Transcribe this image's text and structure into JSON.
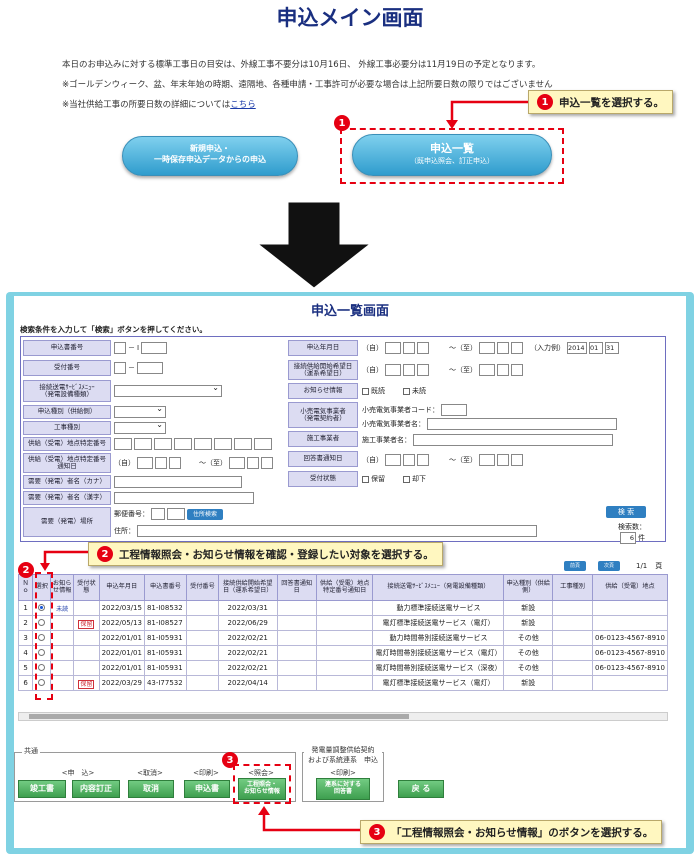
{
  "page_title": "申込メイン画面",
  "info": {
    "line1": "本日のお申込みに対する標準工事日の目安は、外線工事不要分は10月16日、 外線工事必要分は11月19日の予定となります。",
    "line2": "※ゴールデンウィーク、盆、年末年始の時期、遠隔地、各種申請・工事許可が必要な場合は上記所要日数の限りではございません",
    "line3": "※当社供給工事の所要日数の詳細については",
    "line3_link": "こちら"
  },
  "main_buttons": {
    "new_line1": "新規申込・",
    "new_line2": "一時保存申込データからの申込",
    "list_line1": "申込一覧",
    "list_line2": "（既申込照会、訂正申込）"
  },
  "callouts": {
    "c1_num": "1",
    "c1_text": "申込一覧を選択する。",
    "c2_num": "2",
    "c2_text": "工程情報照会・お知らせ情報を確認・登録したい対象を選択する。",
    "c3_num": "3",
    "c3_text": "「工程情報照会・お知らせ情報」のボタンを選択する。"
  },
  "list_screen": {
    "title": "申込一覧画面",
    "hint": "検索条件を入力して「検索」ボタンを押してください。",
    "labels": {
      "app_no": "申込書番号",
      "receipt_no": "受付番号",
      "service_line1": "接続送電ｻｰﾋﾞｽﾒﾆｭｰ",
      "service_line2": "（発電設備種類）",
      "app_type": "申込種別（供給側）",
      "work_type": "工事種別",
      "point_no": "供給（受電）地点特定番号",
      "point_notice_line1": "供給（受電）地点特定番号",
      "point_notice_line2": "通知日",
      "name_kana": "需要（発電）者名（カナ）",
      "name_kanji": "需要（発電）者名（漢字）",
      "place": "需要（発電）場所",
      "apply_date": "申込年月日",
      "start_date_line1": "接続供給開始希望日",
      "start_date_line2": "（運系希望日）",
      "notice_info": "お知らせ情報",
      "retailer_line1": "小売電気事業者",
      "retailer_line2": "（発電契約者）",
      "contractor": "施工事業者",
      "answer_notice": "回答書通知日",
      "receipt_status": "受付状態"
    },
    "ctl": {
      "tilde": "～",
      "i": "I",
      "dash": "－",
      "from": "（自）",
      "to": "～（至）",
      "input_date_label": "（入力例）",
      "input_y": "2014",
      "input_m": "01",
      "input_d": "31",
      "read": "既読",
      "unread": "未読",
      "retailer_code": "小売電気事業者コード：",
      "retailer_name": "小売電気事業者名：",
      "contractor_name": "施工事業者名：",
      "hold": "保留",
      "reject": "却下",
      "postal": "郵便番号：",
      "address": "住所：",
      "addr_search": "住所検索",
      "search": "検 索",
      "count_label": "検索数：",
      "count_value": "6",
      "count_unit": "件"
    },
    "pager": {
      "prev": "前頁",
      "next": "次頁",
      "page": "1/1",
      "page_unit": "頁"
    },
    "columns": [
      "Ｎｏ",
      "選択",
      "お知らせ情報",
      "受付状態",
      "申込年月日",
      "申込書番号",
      "受付番号",
      "接続供給開始希望日（運系希望日）",
      "回答書通知日",
      "供給（受電）地点特定番号通知日",
      "接続送電ｻｰﾋﾞｽﾒﾆｭｰ（発電設備種類）",
      "申込種別（供給側）",
      "工事種別",
      "供給（受電）地点"
    ],
    "rows": [
      {
        "no": "1",
        "notice": "未読",
        "status": "",
        "apply": "2022/03/15",
        "app_no": "81-I08532",
        "receipt": "",
        "start": "2022/03/31",
        "answer": "",
        "point_notice": "",
        "service": "動力標準接続送電サービス",
        "type": "新設",
        "work": "",
        "point": ""
      },
      {
        "no": "2",
        "notice": "",
        "status": "保留",
        "apply": "2022/05/13",
        "app_no": "81-I08527",
        "receipt": "",
        "start": "2022/06/29",
        "answer": "",
        "point_notice": "",
        "service": "電灯標準接続送電サービス（電灯）",
        "type": "新設",
        "work": "",
        "point": ""
      },
      {
        "no": "3",
        "notice": "",
        "status": "",
        "apply": "2022/01/01",
        "app_no": "81-I05931",
        "receipt": "",
        "start": "2022/02/21",
        "answer": "",
        "point_notice": "",
        "service": "動力時間帯別接続送電サービス",
        "type": "その他",
        "work": "",
        "point": "06-0123-4567-8910"
      },
      {
        "no": "4",
        "notice": "",
        "status": "",
        "apply": "2022/01/01",
        "app_no": "81-I05931",
        "receipt": "",
        "start": "2022/02/21",
        "answer": "",
        "point_notice": "",
        "service": "電灯時間帯別接続送電サービス（電灯）",
        "type": "その他",
        "work": "",
        "point": "06-0123-4567-8910"
      },
      {
        "no": "5",
        "notice": "",
        "status": "",
        "apply": "2022/01/01",
        "app_no": "81-I05931",
        "receipt": "",
        "start": "2022/02/21",
        "answer": "",
        "point_notice": "",
        "service": "電灯時間帯別接続送電サービス（深夜）",
        "type": "その他",
        "work": "",
        "point": "06-0123-4567-8910"
      },
      {
        "no": "6",
        "notice": "",
        "status": "保留",
        "apply": "2022/03/29",
        "app_no": "43-I77532",
        "receipt": "",
        "start": "2022/04/14",
        "answer": "",
        "point_notice": "",
        "service": "電灯標準接続送電サービス（電灯）",
        "type": "新設",
        "work": "",
        "point": ""
      }
    ],
    "bottom": {
      "common": "共通",
      "shin": "<申　込>",
      "cancel_lbl": "<取消>",
      "print_lbl": "<印刷>",
      "inquiry_lbl": "<照会>",
      "gen_line1": "発電量調整供給契約",
      "gen_line2": "および系統連系　申込",
      "gen_print": "<印刷>",
      "btn_ichiji": "竣工書",
      "btn_teisei": "内容訂正",
      "btn_torikeshi": "取消",
      "btn_moshikomi": "申込書",
      "btn_kotei_1": "工程照会・",
      "btn_kotei_2": "お知らせ情報",
      "btn_renkei_1": "連系に対する",
      "btn_renkei_2": "回答書",
      "btn_back": "戻 る"
    }
  }
}
